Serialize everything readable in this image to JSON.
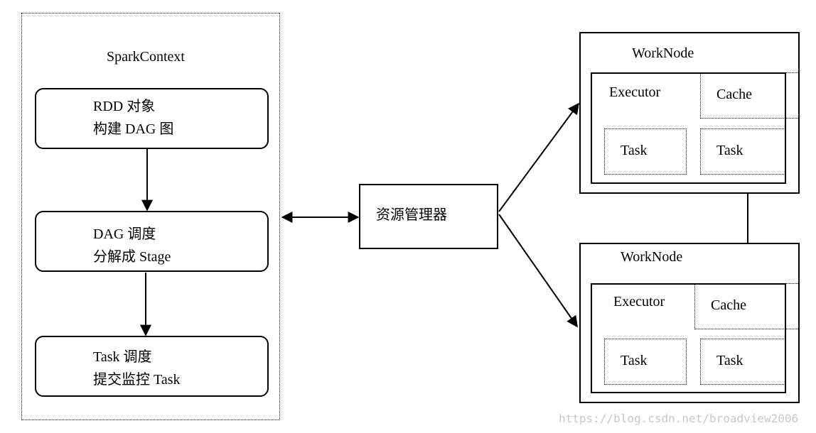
{
  "spark_context": {
    "title": "SparkContext",
    "step1": {
      "line1": "RDD 对象",
      "line2": "构建 DAG 图"
    },
    "step2": {
      "line1": "DAG 调度",
      "line2": "分解成 Stage"
    },
    "step3": {
      "line1": "Task 调度",
      "line2": "提交监控 Task"
    }
  },
  "resource_manager": {
    "label": "资源管理器"
  },
  "worknode_top": {
    "title": "WorkNode",
    "executor": "Executor",
    "cache": "Cache",
    "task1": "Task",
    "task2": "Task"
  },
  "worknode_bottom": {
    "title": "WorkNode",
    "executor": "Executor",
    "cache": "Cache",
    "task1": "Task",
    "task2": "Task"
  },
  "watermark": "https://blog.csdn.net/broadview2006"
}
